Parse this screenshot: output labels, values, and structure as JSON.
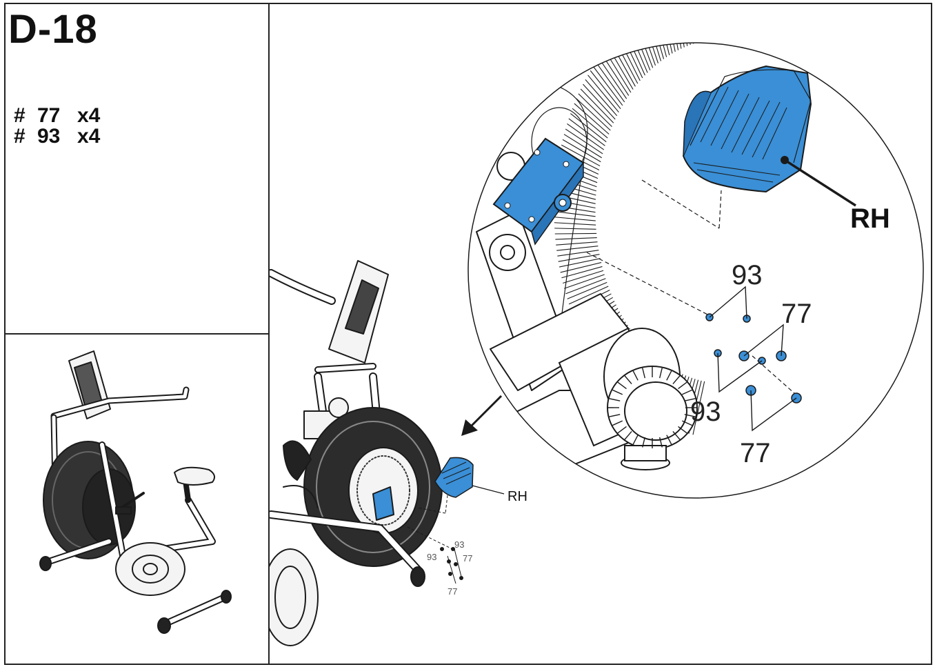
{
  "step": {
    "id": "D-18"
  },
  "parts": [
    {
      "hash": "#",
      "number": "77",
      "qty": "x4"
    },
    {
      "hash": "#",
      "number": "93",
      "qty": "x4"
    }
  ],
  "callouts": {
    "detail_side_label": "RH",
    "overview_side_label": "RH",
    "detail_93_top": "93",
    "detail_77_top": "77",
    "detail_93_bottom": "93",
    "detail_77_bottom": "77",
    "overview_93_a": "93",
    "overview_93_b": "93",
    "overview_77_a": "77",
    "overview_77_b": "77"
  },
  "colors": {
    "part_highlight": "#3a8fd6",
    "line": "#1a1a1a"
  }
}
